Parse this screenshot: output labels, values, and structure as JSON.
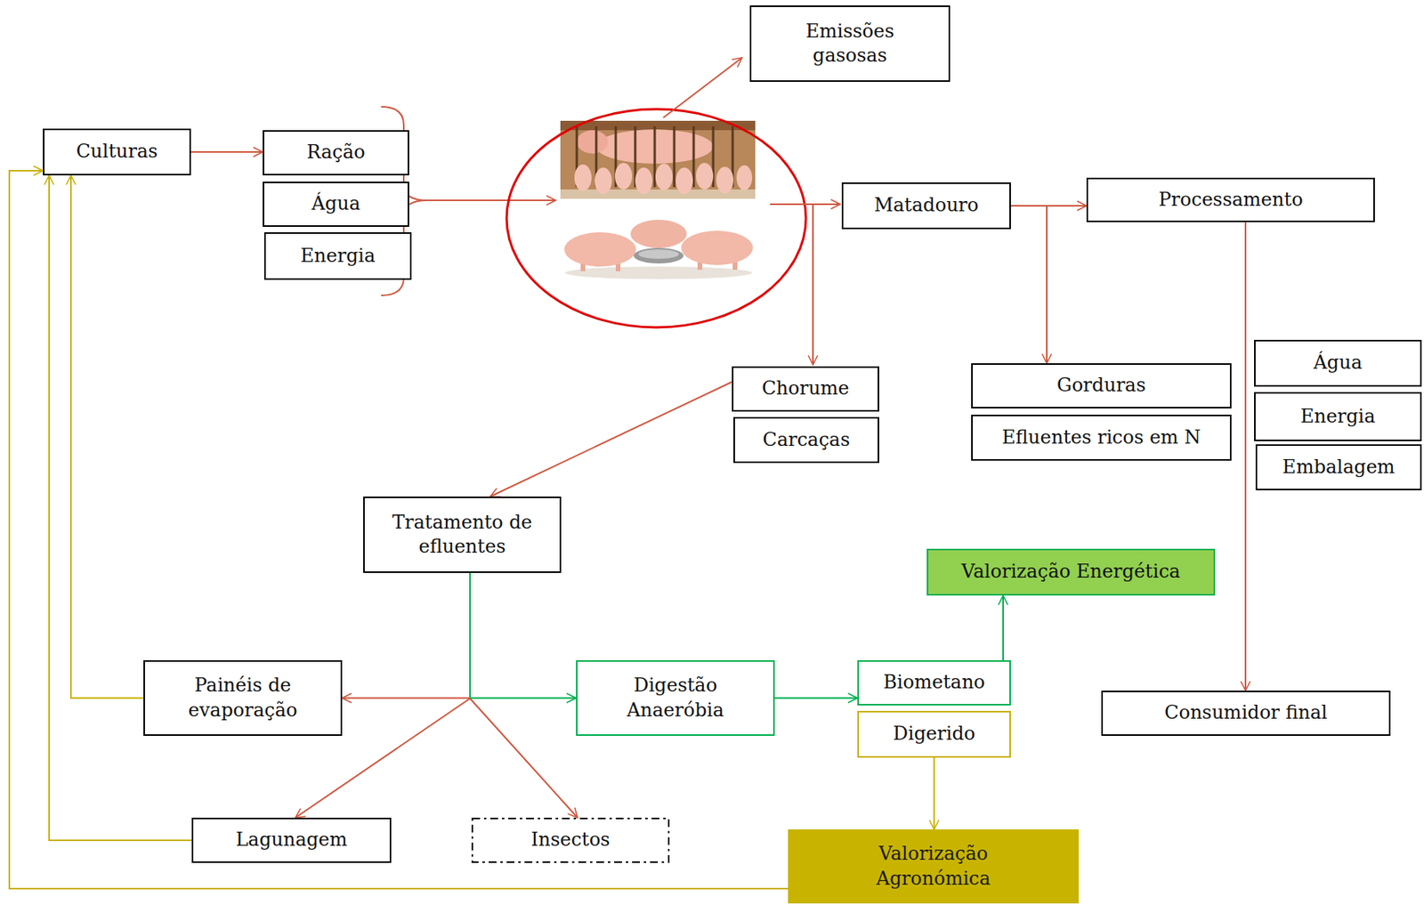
{
  "diagram": {
    "nodes": [
      {
        "text": [
          "Emissões gasosas"
        ]
      },
      {
        "text": [
          "Culturas"
        ]
      },
      {
        "text": [
          "Ração"
        ]
      },
      {
        "text": [
          "Água"
        ]
      },
      {
        "text": [
          "Energia"
        ]
      },
      {
        "text": [
          "Matadouro"
        ]
      },
      {
        "text": [
          "Processamento"
        ]
      },
      {
        "text": [
          "Chorume"
        ]
      },
      {
        "text": [
          "Carcaças"
        ]
      },
      {
        "text": [
          "Gorduras"
        ]
      },
      {
        "text": [
          "Efluentes ricos em N"
        ]
      },
      {
        "text": [
          "Água"
        ]
      },
      {
        "text": [
          "Energia"
        ]
      },
      {
        "text": [
          "Embalagem"
        ]
      },
      {
        "text": [
          "Tratamento de efluentes"
        ]
      },
      {
        "text": [
          "Valorização Energética"
        ]
      },
      {
        "text": [
          "Painéis de evaporação"
        ]
      },
      {
        "text": [
          "Digestão Anaeróbia"
        ]
      },
      {
        "text": [
          "Biometano"
        ]
      },
      {
        "text": [
          "Digerido"
        ]
      },
      {
        "text": [
          "Consumidor final"
        ]
      },
      {
        "text": [
          "Lagunagem"
        ]
      },
      {
        "text": [
          "Insectos"
        ]
      },
      {
        "text": [
          "Valorização Agronómica"
        ]
      }
    ],
    "edges": [
      {
        "from": 1,
        "to": 2,
        "arrow": "to"
      },
      {
        "from": 5,
        "to": 6,
        "arrow": "to"
      },
      {
        "from": 5,
        "to": 9,
        "arrow": "to"
      },
      {
        "from": 7,
        "to": 14,
        "arrow": "to"
      },
      {
        "from": 14,
        "to": 16,
        "arrow": "to"
      },
      {
        "from": 14,
        "to": 17,
        "arrow": "to"
      },
      {
        "from": 14,
        "to": 21,
        "arrow": "to"
      },
      {
        "from": 14,
        "to": 22,
        "arrow": "to"
      },
      {
        "from": 17,
        "to": 18,
        "arrow": "to"
      },
      {
        "from": 18,
        "to": 15,
        "arrow": "to"
      },
      {
        "from": 19,
        "to": 23,
        "arrow": "to"
      },
      {
        "from": 16,
        "to": 1,
        "arrow": "to"
      },
      {
        "from": 21,
        "to": 1,
        "arrow": "to"
      },
      {
        "from": 23,
        "to": 1,
        "arrow": "to"
      },
      {
        "from": 6,
        "to": 20,
        "arrow": "to"
      }
    ]
  }
}
